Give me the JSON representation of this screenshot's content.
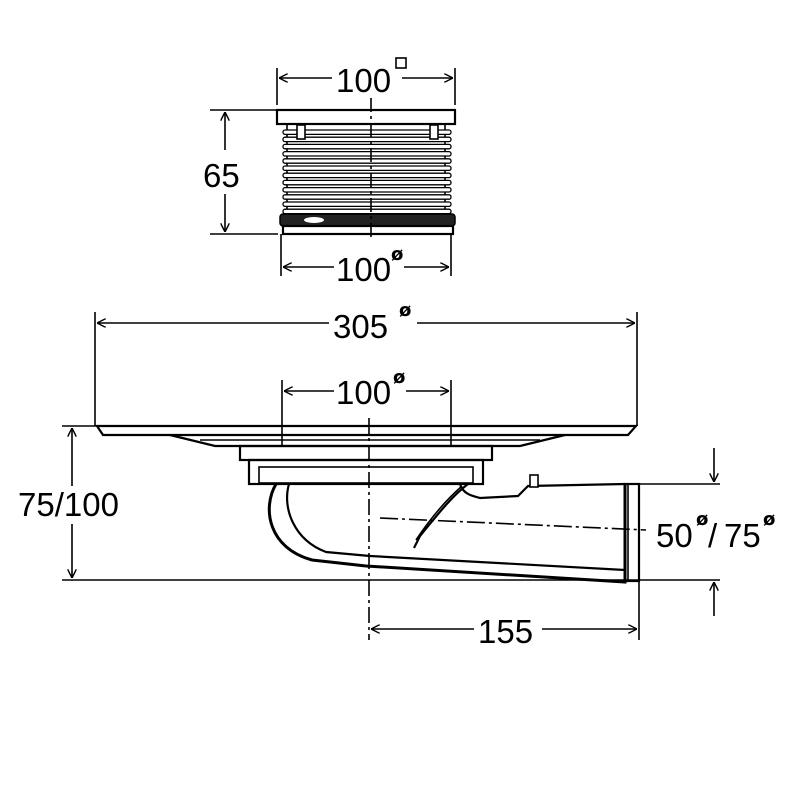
{
  "top_view": {
    "width_label": "100",
    "width_symbol": "□",
    "height_label": "65",
    "bottom_label": "100",
    "bottom_symbol": "ø"
  },
  "side_view": {
    "overall_label": "305",
    "overall_symbol": "ø",
    "inner_label": "100",
    "inner_symbol": "ø",
    "height_label": "75/100",
    "outlet_label_a": "50",
    "outlet_symbol_a": "ø",
    "outlet_separator": "/",
    "outlet_label_b": "75",
    "outlet_symbol_b": "ø",
    "offset_label": "155"
  }
}
